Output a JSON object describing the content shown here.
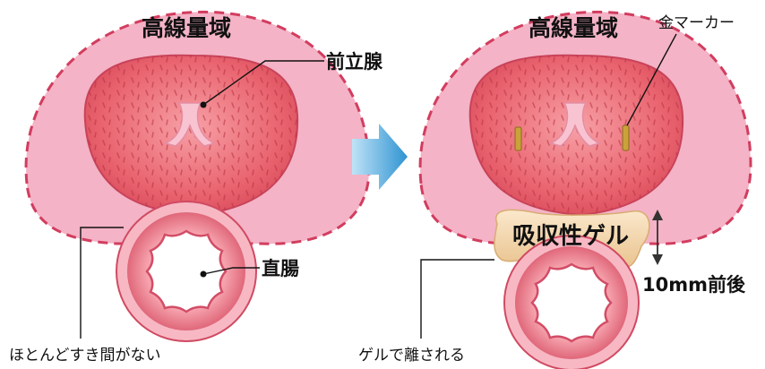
{
  "left_panel": {
    "high_dose_label": "高線量域",
    "prostate_label": "前立腺",
    "rectum_label": "直腸",
    "caption": "ほとんどすき間がない"
  },
  "arrow": {
    "color": "#3aa0d8"
  },
  "right_panel": {
    "high_dose_label": "高線量域",
    "marker_label": "金マーカー",
    "gel_label": "吸収性ゲル",
    "distance_label": "10mm前後",
    "caption": "ゲルで離される"
  },
  "colors": {
    "zone_fill": "#f4b3c6",
    "zone_border": "#d23d5f",
    "prostate": "#e85a6a",
    "rectum_wall": "#e06a7a",
    "gel": "#f3d6ad",
    "marker": "#c9a23a"
  }
}
